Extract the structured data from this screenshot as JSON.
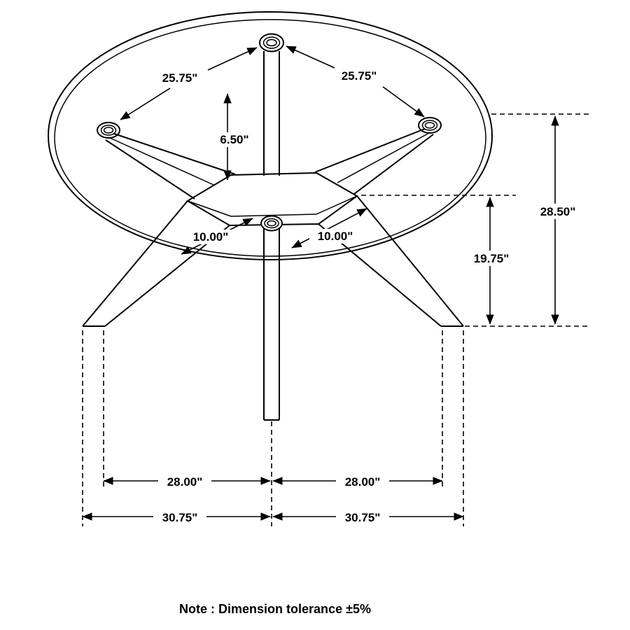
{
  "diagram": {
    "labels": {
      "dim_top_left": "25.75\"",
      "dim_top_right": "25.75\"",
      "dim_column_height": "6.50\"",
      "dim_hub_left": "10.00\"",
      "dim_hub_right": "10.00\"",
      "dim_overall_height": "28.50\"",
      "dim_base_height": "19.75\"",
      "dim_feet_span_left": "28.00\"",
      "dim_feet_span_right": "28.00\"",
      "dim_overall_span_left": "30.75\"",
      "dim_overall_span_right": "30.75\""
    },
    "note": "Note : Dimension tolerance ±5%",
    "colors": {
      "line": "#000000",
      "background": "#ffffff"
    }
  }
}
